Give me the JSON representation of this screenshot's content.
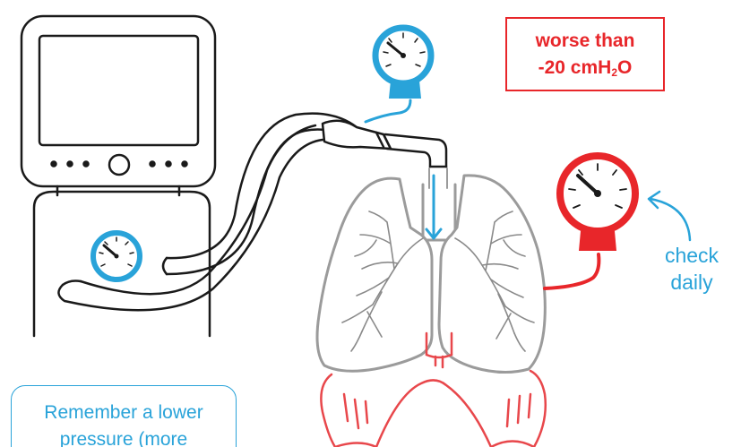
{
  "callout": {
    "line1": "worse than",
    "line2_prefix": "-20 cmH",
    "line2_sub": "2",
    "line2_suffix": "O"
  },
  "check_note": {
    "line1": "check",
    "line2": "daily"
  },
  "reminder": {
    "text": "Remember a lower pressure (more"
  },
  "colors": {
    "outline": "#1a1a1a",
    "blue": "#29a3d9",
    "red": "#e8262a",
    "lung_gray": "#9b9b9b",
    "diaphragm_red": "#e8474b"
  },
  "icons": [
    "ventilator-machine",
    "pressure-gauge-blue",
    "pressure-gauge-red",
    "breathing-tube",
    "lungs",
    "diaphragm",
    "arrow-down",
    "curved-arrow"
  ]
}
